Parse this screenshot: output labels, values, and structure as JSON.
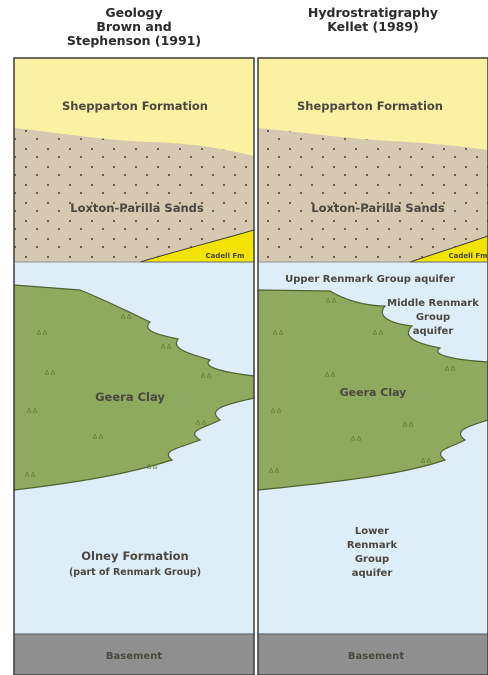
{
  "headers": {
    "left": {
      "lines": [
        "Geology",
        "Brown and",
        "Stephenson (1991)"
      ]
    },
    "right": {
      "lines": [
        "Hydrostratigraphy",
        "Kellet (1989)"
      ]
    }
  },
  "left_column": {
    "shepparton": "Shepparton Formation",
    "loxton": "Loxton-Parilla Sands",
    "cadell": "Cadell Fm",
    "geera": "Geera Clay",
    "olney": "Olney Formation",
    "olney_note": "(part of Renmark Group)",
    "basement": "Basement"
  },
  "right_column": {
    "shepparton": "Shepparton Formation",
    "loxton": "Loxton-Parilla Sands",
    "cadell": "Cadell Fm",
    "upper_renmark": "Upper Renmark Group aquifer",
    "middle_renmark": [
      "Middle Renmark",
      "Group",
      "aquifer"
    ],
    "geera": "Geera Clay",
    "lower_renmark": [
      "Lower",
      "Renmark",
      "Group",
      "aquifer"
    ],
    "basement": "Basement"
  },
  "colors": {
    "shepparton": "#fbf1a3",
    "loxton": "#d7c8b1",
    "cadell": "#f2e400",
    "renmark": "#deeef8",
    "geera": "#8daa5e",
    "basement": "#8f8f8f",
    "border": "#3c3c3c"
  }
}
